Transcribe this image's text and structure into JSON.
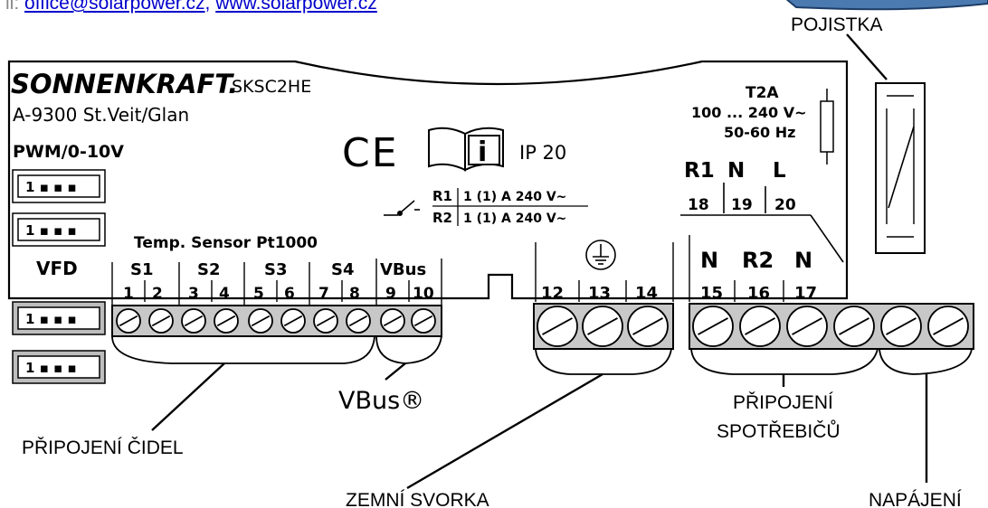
{
  "header": {
    "prefix": "il:",
    "email": "office@solarpower.cz",
    "separator": ",",
    "website": "www.solarpower.cz"
  },
  "device": {
    "brand": "SONNENKRAFT.",
    "model": "SKSC2HE",
    "address": "A-9300 St.Veit/Glan",
    "pwm_label": "PWM/0-10V",
    "vfd_label": "VFD",
    "ip_rating": "IP 20",
    "ce_mark": "CE",
    "info_glyph": "i",
    "fuse_rating": "T2A",
    "voltage": "100 ... 240 V~",
    "frequency": "50-60 Hz",
    "relay1": "R1",
    "relay2": "R2",
    "relay_spec": "1 (1) A 240 V~",
    "sensor_title": "Temp. Sensor Pt1000"
  },
  "power_terminals": {
    "labels": [
      "R1",
      "N",
      "L"
    ],
    "numbers": [
      "18",
      "19",
      "20"
    ]
  },
  "sensor_groups": [
    "S1",
    "S2",
    "S3",
    "S4",
    "VBus"
  ],
  "terminal_numbers": [
    "1",
    "2",
    "3",
    "4",
    "5",
    "6",
    "7",
    "8",
    "9",
    "10",
    "12",
    "13",
    "14",
    "15",
    "16",
    "17"
  ],
  "load_labels": [
    "N",
    "R2",
    "N"
  ],
  "connector_dots": "1 ▪ ▪ ▪",
  "callouts": {
    "fuse": "POJISTKA",
    "sensors": "PŘIPOJENÍ ČIDEL",
    "vbus": "VBus®",
    "ground": "ZEMNÍ SVORKA",
    "loads_line1": "PŘIPOJENÍ",
    "loads_line2": "SPOTŘEBIČŮ",
    "power": "NAPÁJENÍ"
  }
}
